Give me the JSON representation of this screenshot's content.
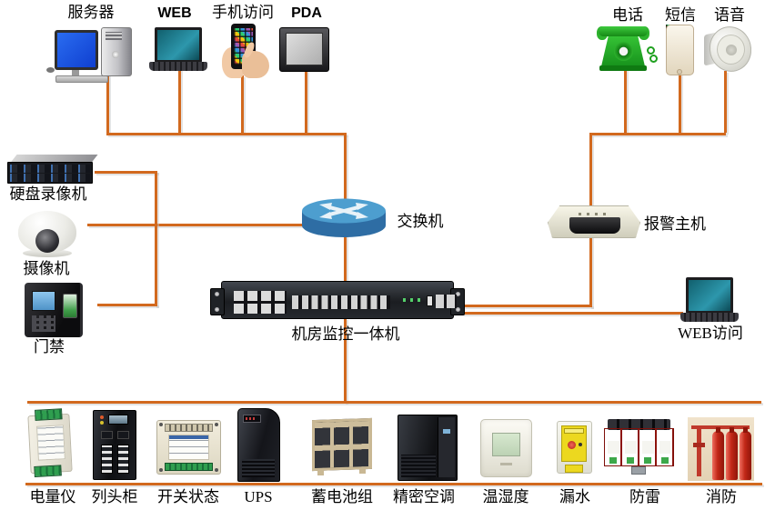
{
  "colors": {
    "line": "#D2691E"
  },
  "top_left": {
    "server": {
      "label": "服务器"
    },
    "web": {
      "label": "WEB"
    },
    "mobile": {
      "label": "手机访问"
    },
    "pda": {
      "label": "PDA"
    }
  },
  "top_right": {
    "phone": {
      "label": "电话"
    },
    "sms": {
      "label": "短信"
    },
    "voice": {
      "label": "语音"
    }
  },
  "left": {
    "dvr": {
      "label": "硬盘录像机"
    },
    "camera": {
      "label": "摄像机"
    },
    "door": {
      "label": "门禁"
    }
  },
  "core": {
    "switch": {
      "label": "交换机"
    },
    "monitor": {
      "label": "机房监控一体机"
    },
    "alarm": {
      "label": "报警主机"
    },
    "web_access": {
      "label": "WEB访问"
    }
  },
  "bottom": {
    "items": [
      {
        "label": "电量仪"
      },
      {
        "label": "列头柜"
      },
      {
        "label": "开关状态"
      },
      {
        "label": "UPS"
      },
      {
        "label": "蓄电池组"
      },
      {
        "label": "精密空调"
      },
      {
        "label": "温湿度"
      },
      {
        "label": "漏水"
      },
      {
        "label": "防雷"
      },
      {
        "label": "消防"
      }
    ]
  }
}
